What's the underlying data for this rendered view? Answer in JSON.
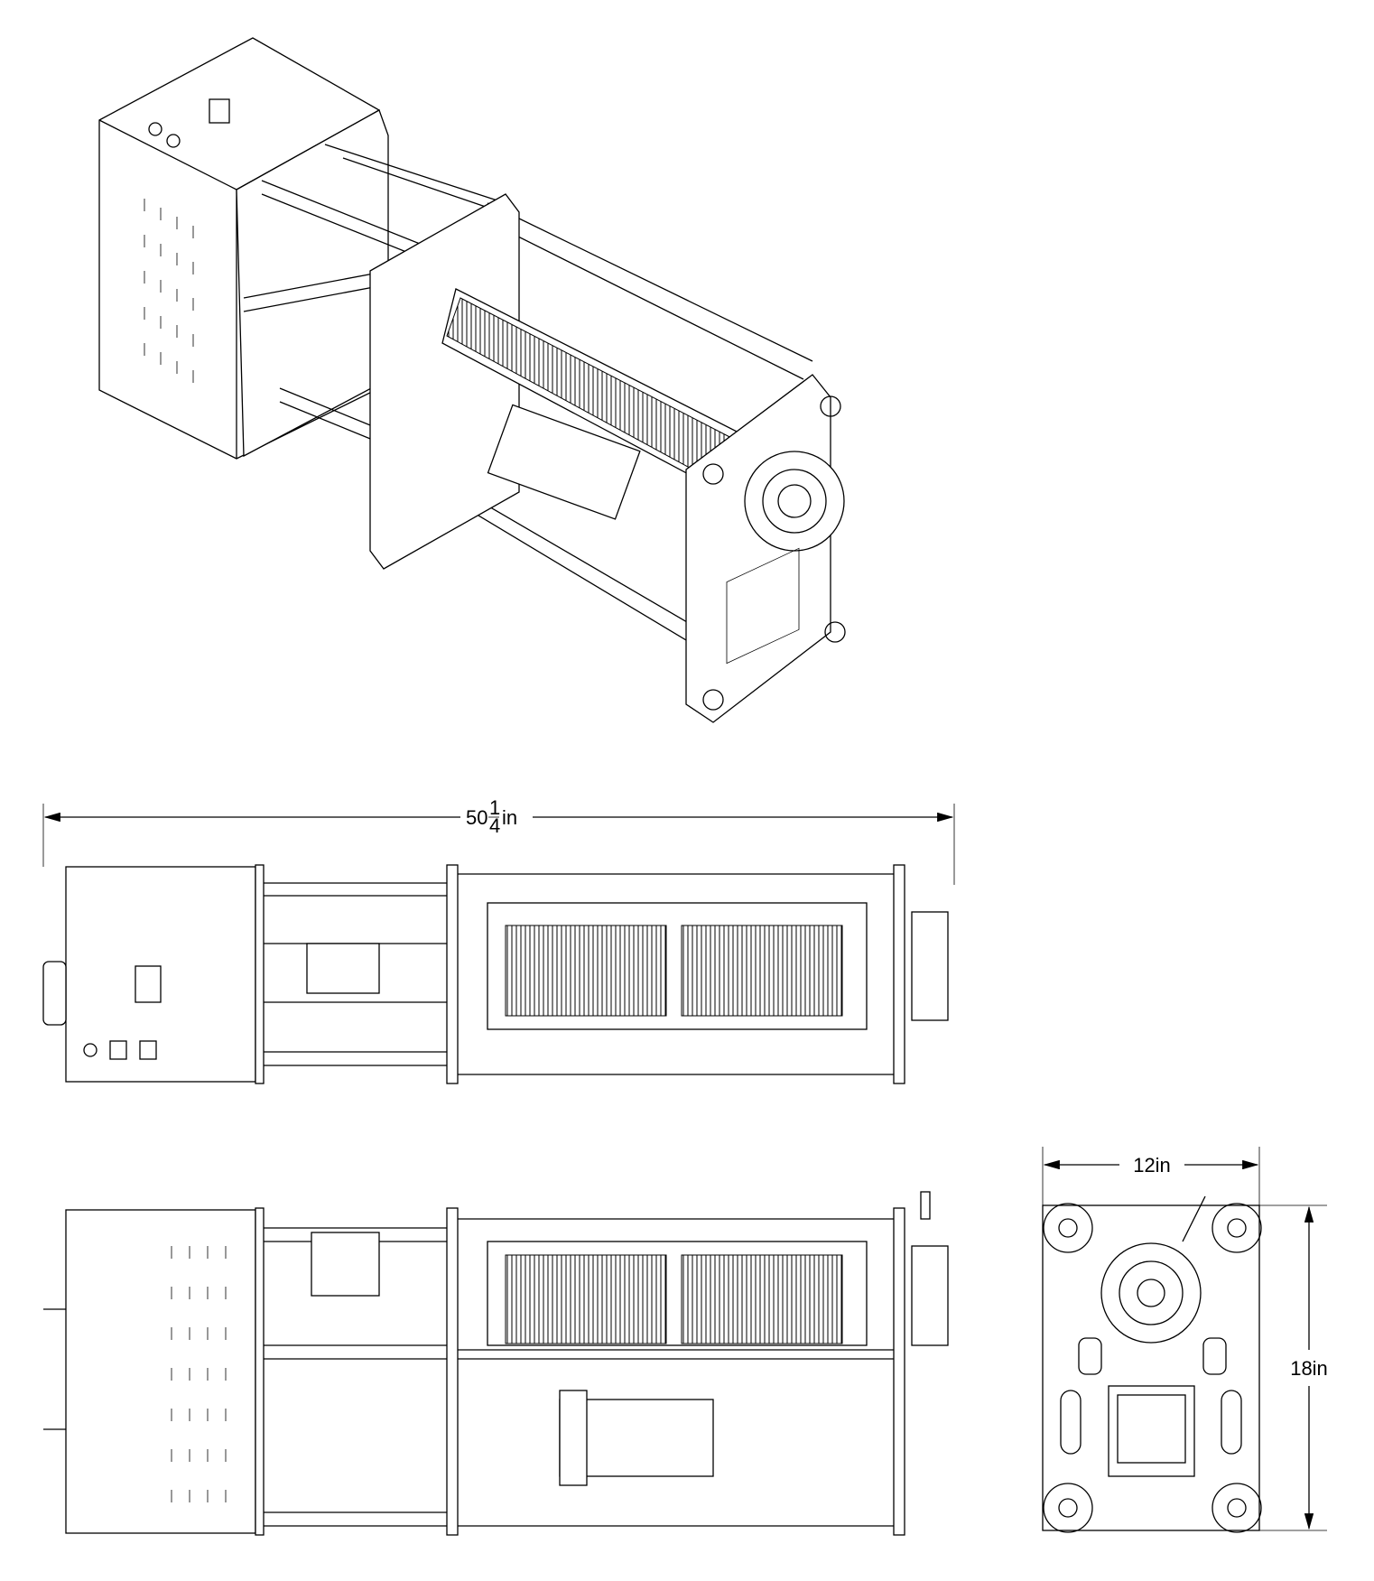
{
  "drawing": {
    "views": [
      "isometric",
      "front",
      "top",
      "end"
    ],
    "dimensions": {
      "length_whole": "50",
      "length_frac_num": "1",
      "length_frac_den": "4",
      "length_unit": "in",
      "width": "12in",
      "height": "18in"
    },
    "line_color": "#000000",
    "background": "#ffffff"
  }
}
